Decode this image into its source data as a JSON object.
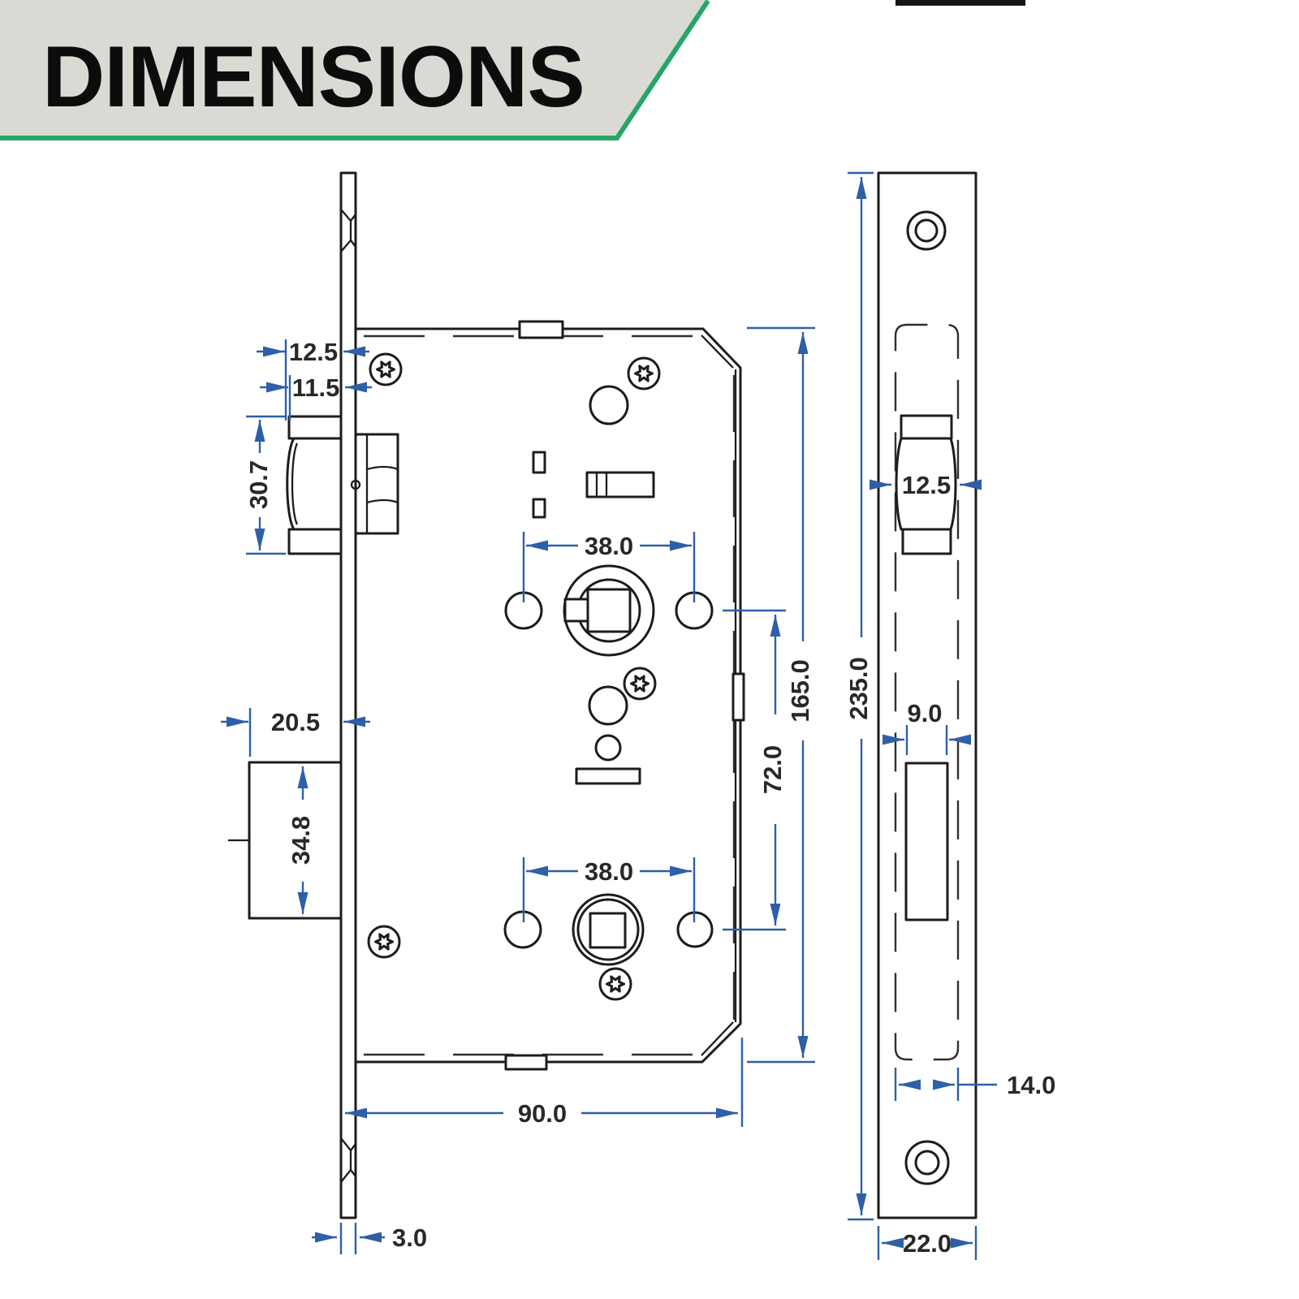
{
  "header": {
    "title": "DIMENSIONS"
  },
  "colors": {
    "dimension_blue": "#2e5fa8",
    "outline_dark": "#1c1c1c",
    "banner_bg": "#dadad5",
    "accent_green": "#27a468"
  },
  "front_view": {
    "dims": {
      "latch_extension": "12.5",
      "latch_extension_alt": "11.5",
      "latch_height": "30.7",
      "deadbolt_extension": "20.5",
      "deadbolt_height": "34.8",
      "handle_hub_offset": "38.0",
      "cylinder_hub_offset": "38.0",
      "hub_centers_distance": "72.0",
      "body_height": "165.0",
      "body_width": "90.0",
      "faceplate_thickness": "3.0"
    }
  },
  "side_view": {
    "dims": {
      "faceplate_height": "235.0",
      "latch_width": "12.5",
      "deadbolt_cutout_width": "9.0",
      "case_width": "14.0",
      "faceplate_width": "22.0"
    }
  }
}
